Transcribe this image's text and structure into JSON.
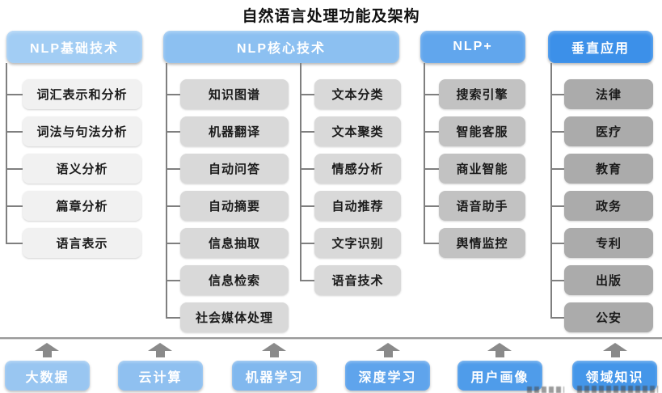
{
  "title": "自然语言处理功能及架构",
  "columns": [
    {
      "header": "NLP基础技术",
      "items": [
        "词汇表示和分析",
        "词法与句法分析",
        "语义分析",
        "篇章分析",
        "语言表示"
      ]
    },
    {
      "header": "NLP核心技术",
      "items_left": [
        "知识图谱",
        "机器翻译",
        "自动问答",
        "自动摘要",
        "信息抽取",
        "信息检索",
        "社会媒体处理"
      ],
      "items_right": [
        "文本分类",
        "文本聚类",
        "情感分析",
        "自动推荐",
        "文字识别",
        "语音技术"
      ]
    },
    {
      "header": "NLP+",
      "items": [
        "搜索引擎",
        "智能客服",
        "商业智能",
        "语音助手",
        "舆情监控"
      ]
    },
    {
      "header": "垂直应用",
      "items": [
        "法律",
        "医疗",
        "教育",
        "政务",
        "专利",
        "出版",
        "公安"
      ]
    }
  ],
  "foundation": [
    "大数据",
    "云计算",
    "机器学习",
    "深度学习",
    "用户画像",
    "领域知识"
  ],
  "colors": {
    "header_blues": [
      "#a2cdf4",
      "#8cc0f1",
      "#61a6ed",
      "#3c90e9"
    ],
    "node_grays": [
      "#f1f1f1",
      "#d9d9d9",
      "#c2c2c2",
      "#ababab"
    ],
    "foundation_blues": [
      "#99c6f1",
      "#8fc0f0",
      "#81b8ee",
      "#5fa4ec",
      "#4f9cea",
      "#4496e9"
    ],
    "connector": "#7f7f7f",
    "arrow": "#8a8a8a"
  }
}
